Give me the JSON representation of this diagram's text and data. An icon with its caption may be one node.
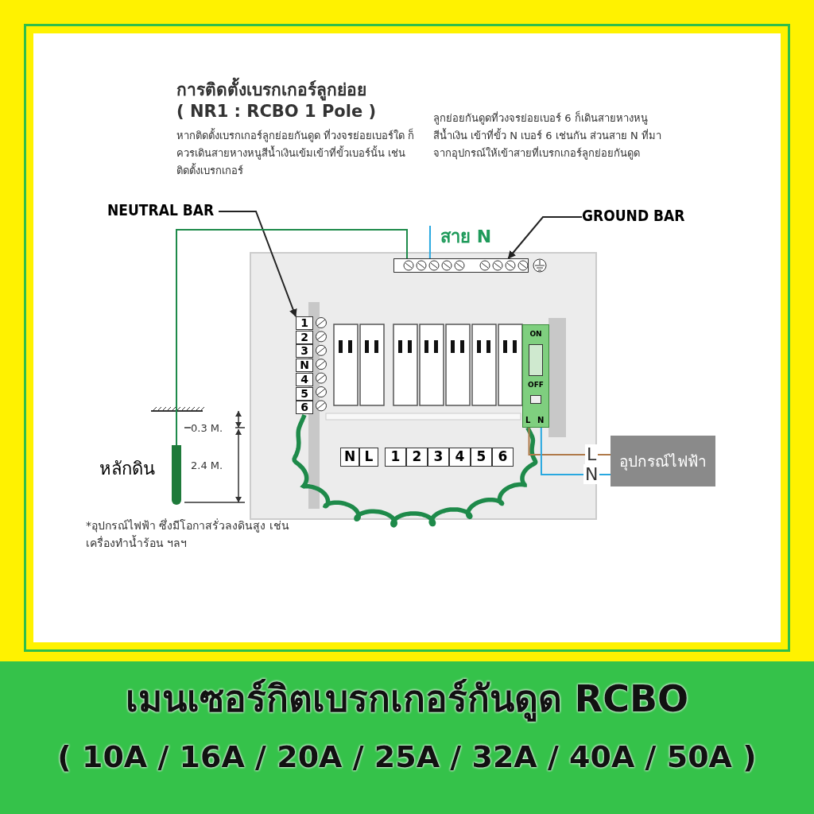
{
  "diagram": {
    "title": "การติดตั้งเบรกเกอร์ลูกย่อย",
    "nodes": [
      {
        "text": [
          "NEUTRAL BAR"
        ]
      },
      {
        "text": [
          "GROUND BAR"
        ]
      },
      {
        "text": [],
        "shape": "bar"
      },
      {
        "text": [
          "1",
          "2",
          "3",
          "N",
          "4",
          "5",
          "6"
        ]
      },
      {
        "text": [
          "ON",
          "OFF",
          "L",
          "N"
        ]
      },
      {
        "text": [],
        "shape": "bar",
        "beside": [
          "หลักดิน"
        ]
      },
      {
        "text": [
          "N",
          "L",
          "1",
          "2",
          "3",
          "4",
          "5",
          "6"
        ]
      },
      {
        "text": [
          "อุปกรณ์ไฟฟ้า"
        ]
      }
    ],
    "edges": [
      {
        "from": 0,
        "to": 3,
        "arrow": "to"
      },
      {
        "from": 1,
        "to": 2,
        "arrow": "to"
      },
      {
        "from": null,
        "to": 2,
        "arrow": "none",
        "label": "สาย N",
        "color": "#29a8e0"
      },
      {
        "from": 5,
        "to": 2,
        "arrow": "none",
        "color": "#1e8a4a"
      },
      {
        "from": 4,
        "to": 3,
        "arrow": "none",
        "style": "thick",
        "color": "#1e8a4a"
      },
      {
        "from": 4,
        "to": 7,
        "arrow": "none",
        "label": "L",
        "color": "#b07a4a"
      },
      {
        "from": 4,
        "to": 7,
        "arrow": "none",
        "label": "N",
        "color": "#29a8e0"
      }
    ],
    "labels": [
      "( NR1 : RCBO 1 Pole )",
      "หากติดตั้งเบรกเกอร์ลูกย่อยกันดูด ที่วงจรย่อยเบอร์ใด ก็ควรเดินสายหางหนูสีน้ำเงินเข้มเข้าที่ขั้วเบอร์นั้น เช่น ติดตั้งเบรกเกอร์",
      "ลูกย่อยกันดูดที่วงจรย่อยเบอร์ 6 ก็เดินสายหางหนูสีน้ำเงิน เข้าที่ขั้ว N เบอร์ 6 เช่นกัน ส่วนสาย N ที่มาจากอุปกรณ์ให้เข้าสายที่เบรกเกอร์ลูกย่อยกันดูด",
      "0.3 M.",
      "2.4 M.",
      "*อุปกรณ์ไฟฟ้า ซึ่งมีโอกาสรั่วลงดินสูง เช่น เครื่องทำน้ำร้อน ฯลฯ",
      "เมนเซอร์กิตเบรกเกอร์กันดูด RCBO",
      "( 10A / 16A / 20A / 25A / 32A / 40A / 50A )"
    ]
  }
}
